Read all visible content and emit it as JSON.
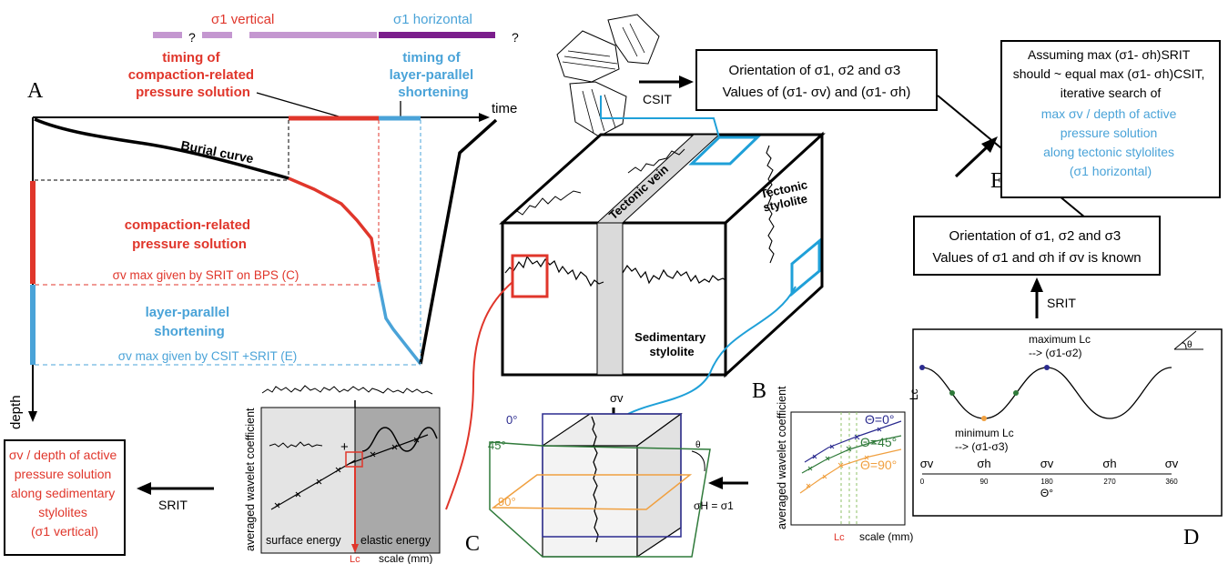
{
  "colors": {
    "red": "#e0362b",
    "blue": "#4aa3d8",
    "lilac": "#c497d0",
    "purple": "#7b1e8c",
    "navy": "#2b2b8f",
    "green": "#2f7a3a",
    "orange": "#f0a040"
  },
  "timeline": {
    "sigma1_vertical": "σ1 vertical",
    "sigma1_horizontal": "σ1 horizontal",
    "q1": "?",
    "q2": "?"
  },
  "panel_a": {
    "letter": "A",
    "timing_compaction": [
      "timing of",
      "compaction-related",
      "pressure solution"
    ],
    "timing_layer": [
      "timing of",
      "layer-parallel",
      "shortening"
    ],
    "time_label": "time",
    "depth_label": "depth",
    "burial_curve": "Burial curve",
    "compaction_label": [
      "compaction-related",
      "pressure solution"
    ],
    "sv_bps": "σv max given by SRIT on BPS (C)",
    "layer_parallel": [
      "layer-parallel",
      "shortening"
    ],
    "sv_csit": "σv max given by CSIT +SRIT (E)"
  },
  "result_box": {
    "lines": [
      "σv / depth of active",
      "pressure solution",
      "along sedimentary",
      "stylolites",
      "(σ1 vertical)"
    ],
    "arrow_label": "SRIT"
  },
  "wavelet_plot_left": {
    "ylabel": "averaged wavelet coefficient",
    "surface": "surface energy",
    "elastic": "elastic energy",
    "lc": "Lc",
    "scale": "scale (mm)"
  },
  "csit_box": {
    "arrow_label": "CSIT",
    "lines": [
      "Orientation of σ1, σ2 and σ3",
      "Values of (σ1- σv) and (σ1- σh)"
    ]
  },
  "panel_b": {
    "letter": "B",
    "tectonic_vein": "Tectonic vein",
    "tectonic_stylolite": [
      "Tectonic",
      "stylolite"
    ],
    "sedimentary_stylolite": [
      "Sedimentary",
      "stylolite"
    ]
  },
  "panel_c": {
    "letter": "C",
    "sv": "σv",
    "angle0": "0°",
    "angle45": "45°",
    "angle90": "90°",
    "sh": "σH = σ1",
    "theta": "θ"
  },
  "wavelet_plot_right": {
    "ylabel": "averaged wavelet coefficient",
    "theta0": "Θ=0°",
    "theta45": "Θ=45°",
    "theta90": "Θ=90°",
    "lc": "Lc",
    "scale": "scale (mm)"
  },
  "panel_e": {
    "letter": "E",
    "box_lines": [
      "Assuming max (σ1- σh)SRIT",
      "should ~ equal max (σ1- σh)CSIT,",
      "iterative search of"
    ],
    "box_blue_lines": [
      "max σv / depth of active",
      "pressure solution",
      "along tectonic stylolites",
      "(σ1 horizontal)"
    ]
  },
  "srit_box": {
    "lines": [
      "Orientation of σ1, σ2 and σ3",
      "Values of σ1 and σh if σv is known"
    ],
    "arrow_label": "SRIT"
  },
  "panel_d": {
    "letter": "D",
    "ylabel": "Lc",
    "xlabel": "Θ°",
    "max_label": [
      "maximum Lc",
      "--> (σ1-σ2)"
    ],
    "min_label": [
      "minimum Lc",
      "--> (σ1-σ3)"
    ],
    "stress_labels": [
      "σv",
      "σh",
      "σv",
      "σh",
      "σv"
    ],
    "ticks": [
      "0",
      "90",
      "180",
      "270",
      "360"
    ],
    "theta": "θ"
  }
}
